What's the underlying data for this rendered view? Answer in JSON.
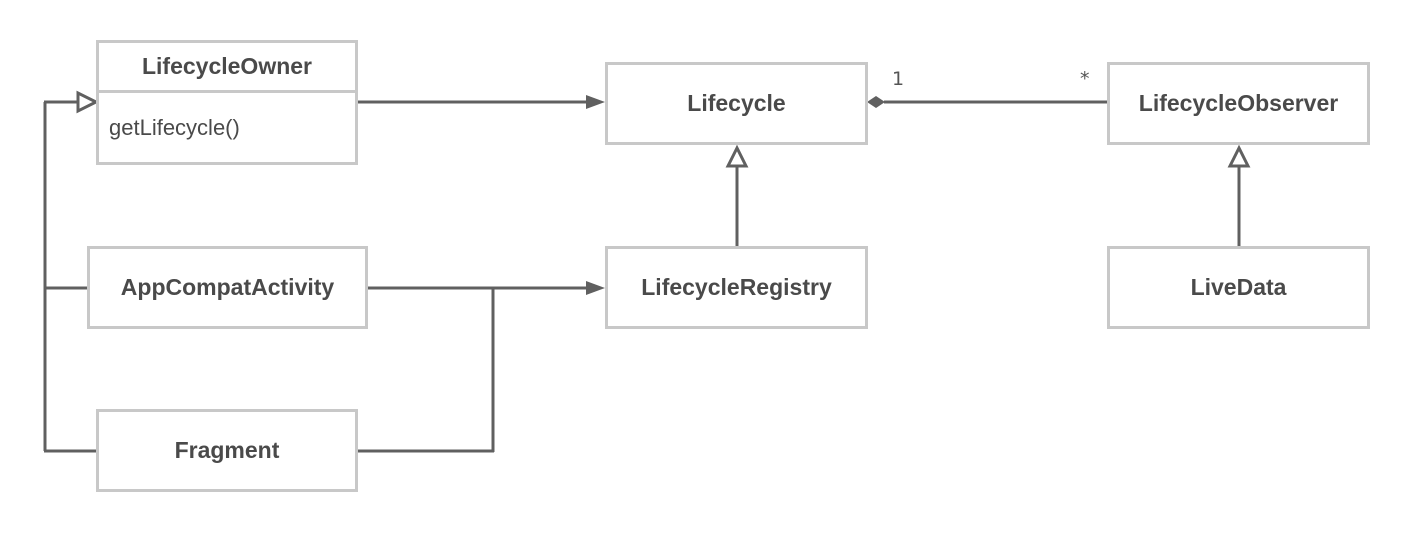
{
  "classes": {
    "lifecycle_owner": {
      "name": "LifecycleOwner",
      "method": "getLifecycle()"
    },
    "lifecycle": {
      "name": "Lifecycle"
    },
    "lifecycle_observer": {
      "name": "LifecycleObserver"
    },
    "app_compat_activity": {
      "name": "AppCompatActivity"
    },
    "lifecycle_registry": {
      "name": "LifecycleRegistry"
    },
    "live_data": {
      "name": "LiveData"
    },
    "fragment": {
      "name": "Fragment"
    }
  },
  "multiplicity": {
    "lifecycle_end": "1",
    "observer_end": "*"
  },
  "colors": {
    "line": "#606060",
    "box_border": "#c8c8c8",
    "text": "#4a4a4a"
  }
}
